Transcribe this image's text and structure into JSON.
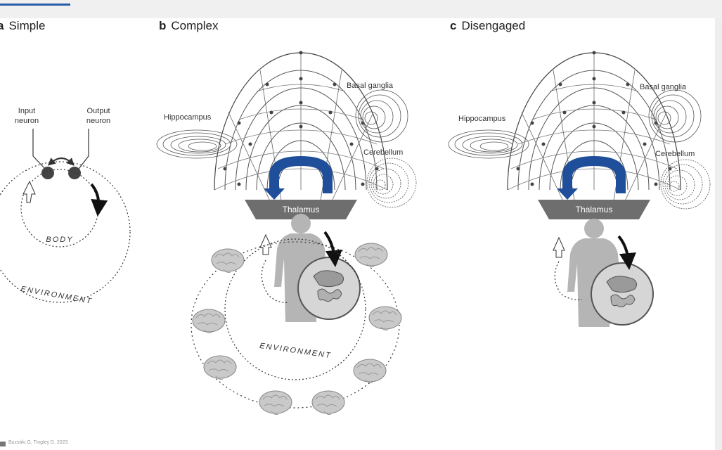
{
  "panels": {
    "a": {
      "letter": "a",
      "title": "Simple",
      "input_label_1": "Input",
      "input_label_2": "neuron",
      "output_label_1": "Output",
      "output_label_2": "neuron",
      "body_label": "BODY",
      "env_label": "ENVIRONMENT"
    },
    "b": {
      "letter": "b",
      "title": "Complex",
      "hippocampus": "Hippocampus",
      "basal_ganglia": "Basal ganglia",
      "cerebellum": "Cerebellum",
      "thalamus": "Thalamus",
      "env_label": "ENVIRONMENT"
    },
    "c": {
      "letter": "c",
      "title": "Disengaged",
      "hippocampus": "Hippocampus",
      "basal_ganglia": "Basal ganglia",
      "cerebellum": "Cerebellum",
      "thalamus": "Thalamus"
    }
  },
  "credit": "Buzsáki G, Tingley D. 2023",
  "colors": {
    "arrow_blue": "#1f4e9a",
    "thalamus_gray": "#6e6e6e",
    "link_blue": "#2a5ea8"
  }
}
